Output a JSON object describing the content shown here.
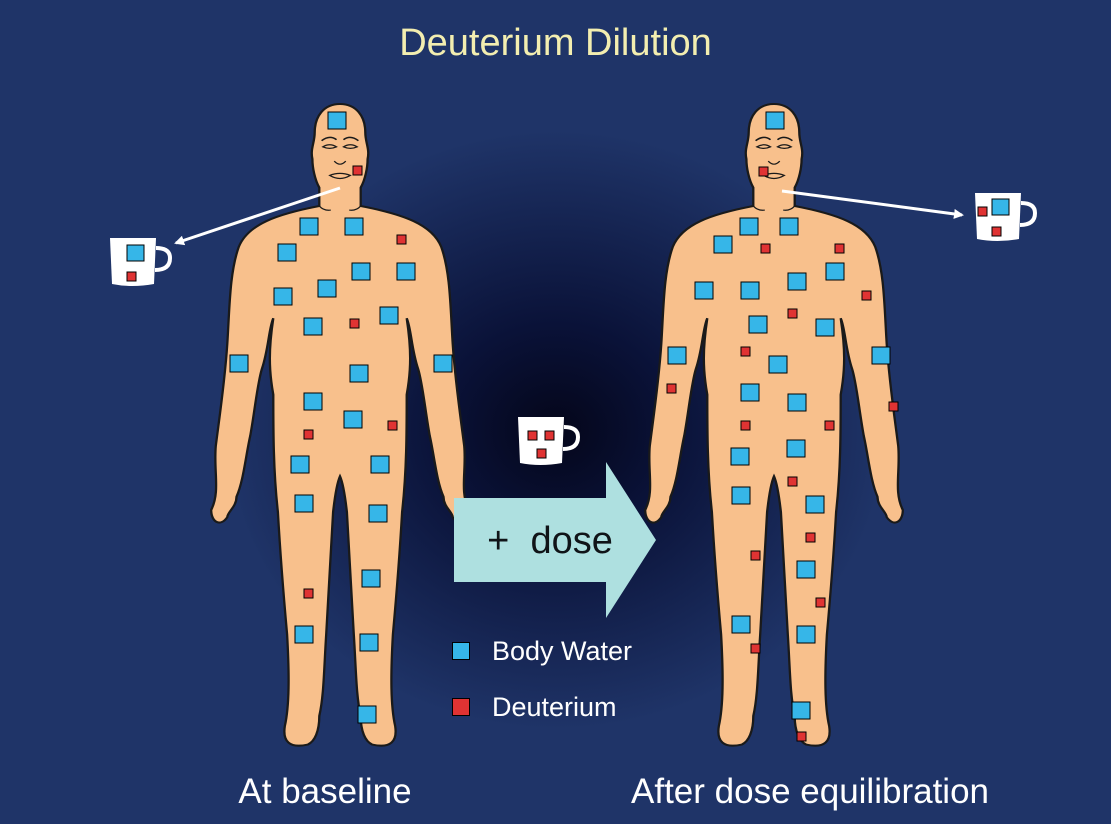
{
  "title": "Deuterium Dilution",
  "captions": {
    "baseline": "At baseline",
    "after": "After dose equilibration"
  },
  "arrow_label": "+  dose",
  "legend": [
    {
      "label": "Body Water",
      "color": "#36b6e8"
    },
    {
      "label": "Deuterium",
      "color": "#e03333"
    }
  ],
  "colors": {
    "background": "#1f3468",
    "skin": "#f8c08c",
    "arrow": "#aee0e0",
    "title": "#f3eeb0"
  },
  "icons": [
    "human-figure-icon",
    "mug-icon",
    "arrow-right-icon"
  ]
}
